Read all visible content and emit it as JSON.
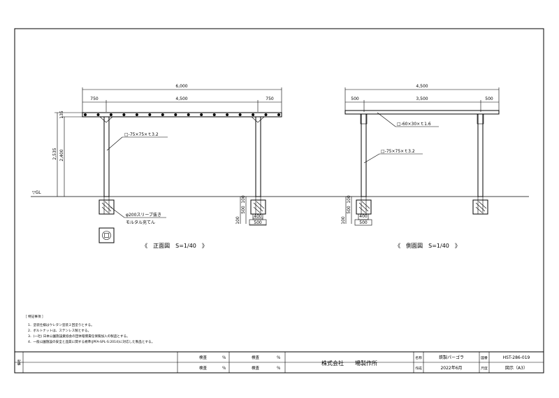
{
  "front_view": {
    "title": "《　正面図　S=1/40　》",
    "dim_total": "6,000",
    "dim_left": "750",
    "dim_center": "4,500",
    "dim_right": "750",
    "dim_height_total": "2,535",
    "dim_height_post": "2,400",
    "dim_top": "135",
    "ground_label": "▽GL",
    "post_callout": "□-75×75×ｔ3.2",
    "sleeve_line1": "φ200スリーブ抜き",
    "sleeve_line2": "モルタル充てん",
    "found_dim_100a": "100",
    "found_dim_500": "500",
    "found_dim_100b": "100",
    "found_w_400": "400",
    "found_w_500": "500"
  },
  "side_view": {
    "title": "《　側面図　S=1/40　》",
    "dim_total": "4,500",
    "dim_left": "500",
    "dim_center": "3,500",
    "dim_right": "500",
    "beam_callout": "□-60×30×ｔ1.6",
    "post_callout": "□-75×75×ｔ3.2",
    "found_dim_100a": "100",
    "found_dim_500": "500",
    "found_dim_100b": "100",
    "found_w_400": "400",
    "found_w_500": "500"
  },
  "notes": {
    "heading": "［ 特記事項 ］",
    "items": [
      "1．塗装仕様はウレタン塗装２回塗りとする。",
      "2．ボルトナットは、ステンレス製とする。",
      "3．(一社) 日本公園施設業協会の団体賠償責任保険加入の製品とする。",
      "4．一般公園施設の安全と品質に関する規準(JPFA-SPL-S:2014)に対応した製品とする。"
    ]
  },
  "title_block": {
    "remarks_label": "備考",
    "fields": [
      {
        "label": "検査",
        "value": "％"
      },
      {
        "label": "検査",
        "value": "％"
      },
      {
        "label": "検査",
        "value": "％"
      },
      {
        "label": "検査",
        "value": "％"
      }
    ],
    "company": "株式会社　　場製作所",
    "name_label": "名称",
    "name_value": "鉄製パーゴラ",
    "date_label": "作成",
    "date_value": "2022年6月",
    "drawing_no_label": "図番",
    "drawing_no": "HST-286-019",
    "scale_label": "尺度",
    "scale_value": "図示（A3）"
  }
}
